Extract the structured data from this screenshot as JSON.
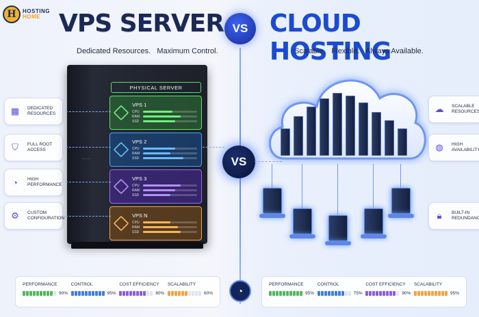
{
  "brand": {
    "line1": "HOSTING",
    "line2": "HOME",
    "mark": "H"
  },
  "left": {
    "title": "VPS SERVER",
    "subtitle": "Dedicated Resources.   Maximum Control.",
    "server_label": "PHYSICAL SERVER",
    "vps": [
      {
        "name": "VPS 1",
        "color": "#72f07c",
        "cpu": 0.55,
        "ram": 0.7,
        "ssd": 0.6
      },
      {
        "name": "VPS 2",
        "color": "#6bbcff",
        "cpu": 0.6,
        "ram": 0.5,
        "ssd": 0.75
      },
      {
        "name": "VPS 3",
        "color": "#b690ff",
        "cpu": 0.7,
        "ram": 0.6,
        "ssd": 0.5
      },
      {
        "name": "VPS N",
        "color": "#ffb35a",
        "cpu": 0.5,
        "ram": 0.65,
        "ssd": 0.7
      }
    ],
    "resource_labels": [
      "CPU",
      "RAM",
      "SSD"
    ],
    "features": [
      {
        "icon": "chip-icon",
        "glyph": "▦",
        "label": "DEDICATED RESOURCES"
      },
      {
        "icon": "shield-check-icon",
        "glyph": "⛉",
        "label": "FULL ROOT ACCESS"
      },
      {
        "icon": "speedometer-icon",
        "glyph": "◔",
        "label": "HIGH PERFORMANCE"
      },
      {
        "icon": "gear-icon",
        "glyph": "⚙",
        "label": "CUSTOM CONFIGURATION"
      }
    ],
    "stats": [
      {
        "name": "PERFORMANCE",
        "value": "90%",
        "level": 0.9,
        "color": "#4fb85a"
      },
      {
        "name": "CONTROL",
        "value": "95%",
        "level": 0.95,
        "color": "#3f7fe0"
      },
      {
        "name": "COST EFFICIENCY",
        "value": "80%",
        "level": 0.8,
        "color": "#8a5ee0"
      },
      {
        "name": "SCALABILITY",
        "value": "60%",
        "level": 0.6,
        "color": "#f4a340"
      }
    ]
  },
  "vs": "VS",
  "right": {
    "title": "CLOUD HOSTING",
    "subtitle": "Scalable.   Flexible.   Always Available.",
    "features": [
      {
        "icon": "scale-resources-icon",
        "glyph": "☁",
        "label": "SCALABLE RESOURCES"
      },
      {
        "icon": "globe-icon",
        "glyph": "◍",
        "label": "HIGH AVAILABILITY"
      },
      {
        "icon": "lock-icon",
        "glyph": "🔒︎",
        "label": "BUILT-IN REDUNDANCY"
      }
    ],
    "stats": [
      {
        "name": "PERFORMANCE",
        "value": "95%",
        "level": 0.95,
        "color": "#4fb85a"
      },
      {
        "name": "CONTROL",
        "value": "75%",
        "level": 0.75,
        "color": "#3f7fe0"
      },
      {
        "name": "COST EFFICIENCY",
        "value": "90%",
        "level": 0.9,
        "color": "#8a5ee0"
      },
      {
        "name": "SCALABILITY",
        "value": "95%",
        "level": 0.95,
        "color": "#f4a340"
      }
    ]
  },
  "colors": {
    "navy": "#1b2956",
    "cloud_blue": "#1a4bd1",
    "accent": "#3a63f0"
  }
}
